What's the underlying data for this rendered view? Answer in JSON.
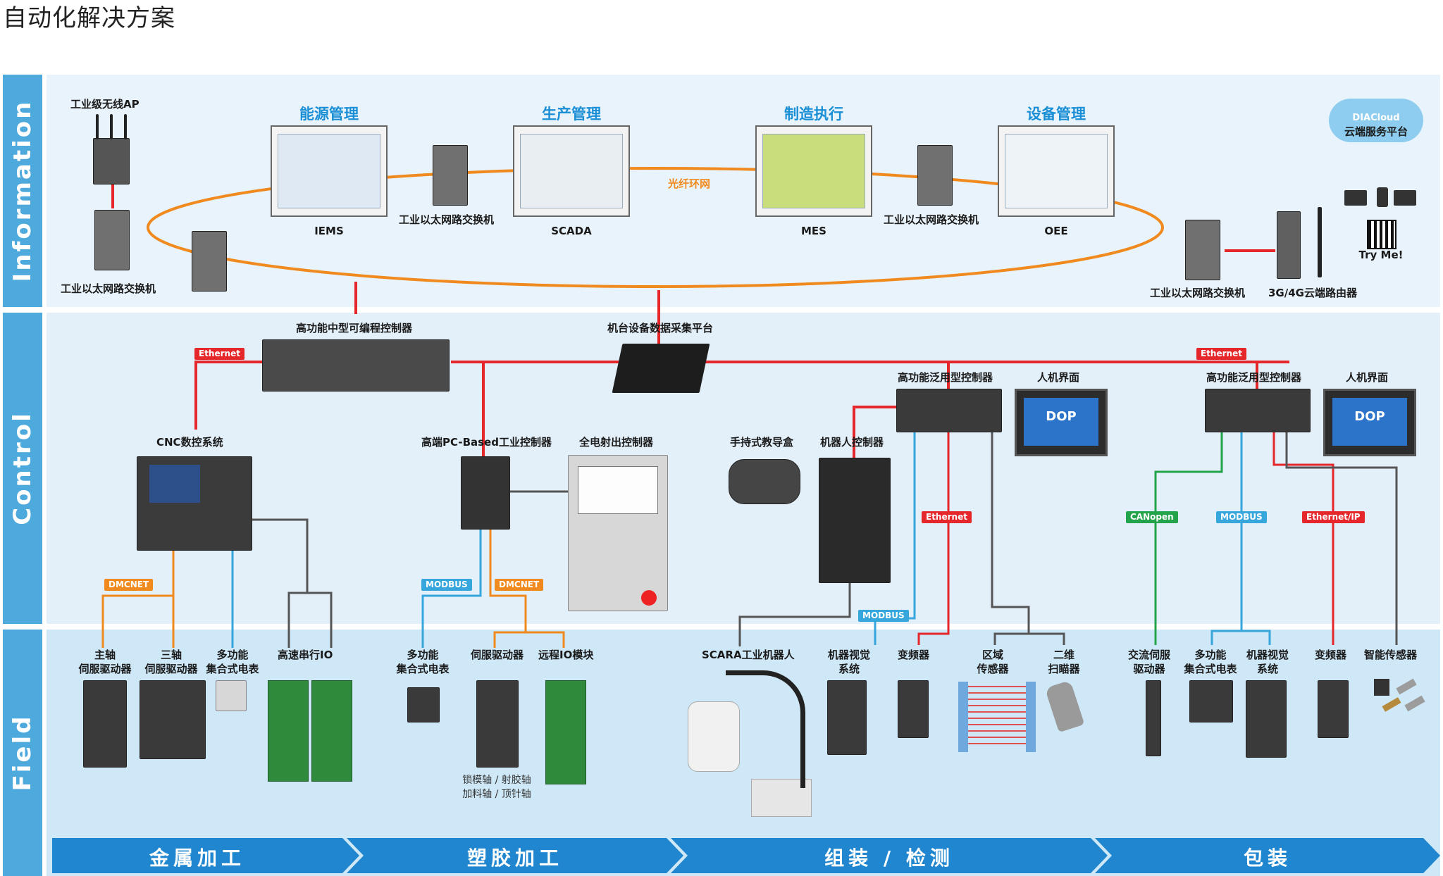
{
  "page": {
    "title": "自动化解决方案"
  },
  "bands": {
    "information": "Information",
    "control": "Control",
    "field": "Field"
  },
  "info": {
    "ap": "工业级无线AP",
    "switch": "工业以太网路交换机",
    "ring": "光纤环网",
    "headers": [
      "能源管理",
      "生产管理",
      "制造执行",
      "设备管理"
    ],
    "systems": [
      "IEMS",
      "SCADA",
      "MES",
      "OEE"
    ],
    "cloud": {
      "brand": "DIACloud",
      "name": "云端服务平台"
    },
    "try_me": "Try Me!",
    "router": "3G/4G云端路由器"
  },
  "control": {
    "plc": "高功能中型可编程控制器",
    "collector": "机台设备数据采集平台",
    "cnc": "CNC数控系统",
    "pc_based": "高端PC-Based工业控制器",
    "injection": "全电射出控制器",
    "pendant": "手持式教导盒",
    "robot_ctrl": "机器人控制器",
    "general_ctrl": "高功能泛用型控制器",
    "hmi": "人机界面",
    "dop": "DOP"
  },
  "tags": {
    "ethernet": "Ethernet",
    "dmcnet": "DMCNET",
    "modbus": "MODBUS",
    "canopen": "CANopen",
    "ethernet_ip": "Ethernet/IP"
  },
  "field": {
    "spindle": [
      "主轴",
      "伺服驱动器"
    ],
    "three_axis": [
      "三轴",
      "伺服驱动器"
    ],
    "meter": [
      "多功能",
      "集合式电表"
    ],
    "serial_io": "高速串行IO",
    "servo": "伺服驱动器",
    "remote_io": "远程IO模块",
    "servo_note": [
      "锁模轴 / 射胶轴",
      "加料轴 / 顶针轴"
    ],
    "scara": "SCARA工业机器人",
    "vision": [
      "机器视觉",
      "系统"
    ],
    "vfd": "变频器",
    "area": [
      "区域",
      "传感器"
    ],
    "scanner": [
      "二维",
      "扫瞄器"
    ],
    "ac_servo": [
      "交流伺服",
      "驱动器"
    ],
    "smart_sensor": "智能传感器"
  },
  "industries": [
    "金属加工",
    "塑胶加工",
    "组装 / 检测",
    "包装"
  ],
  "colors": {
    "band": "#4ea9dc",
    "ethernet": "#e5262a",
    "dmcnet": "#f08a1e",
    "modbus": "#36a6dc",
    "canopen": "#23a34a",
    "arrow": "#1f86cf"
  }
}
